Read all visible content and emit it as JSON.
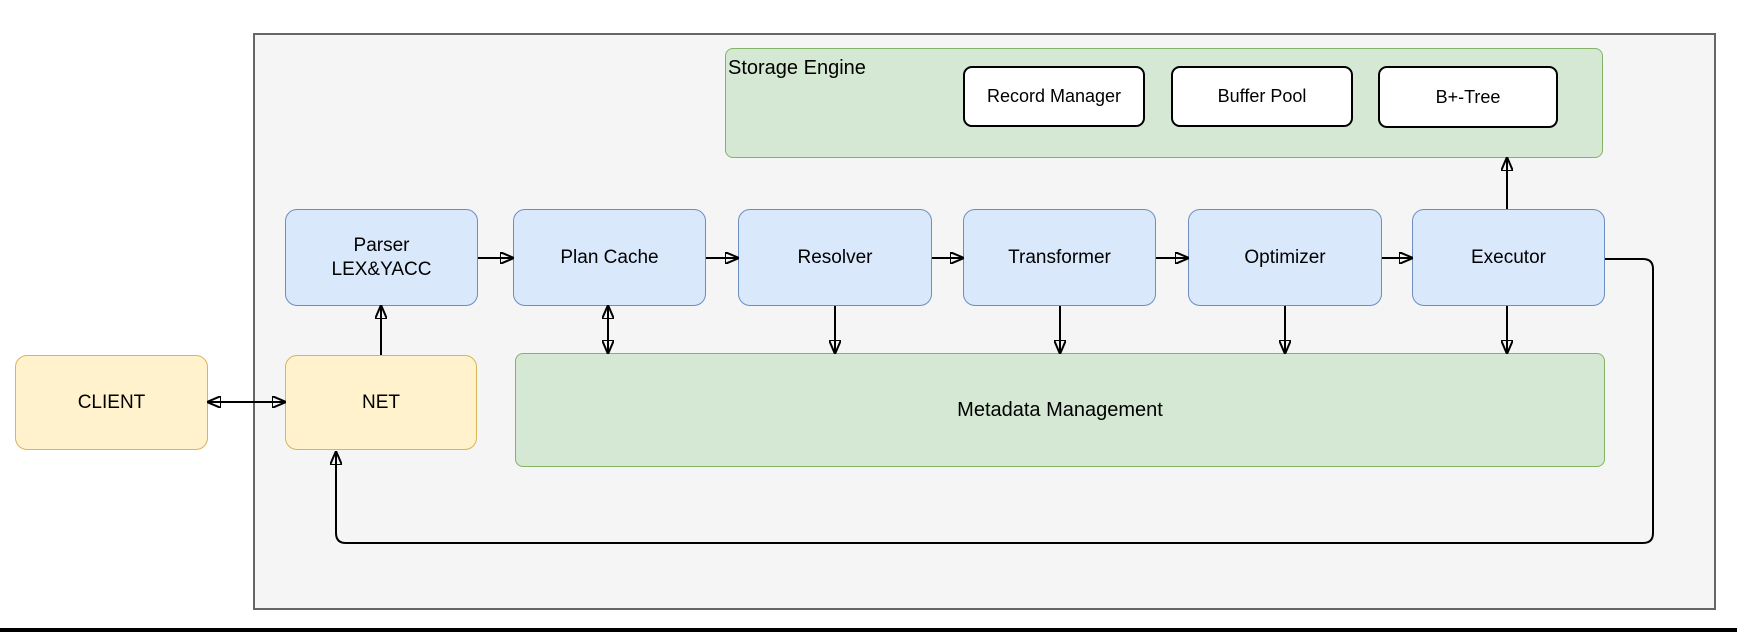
{
  "diagram": {
    "nodes": {
      "client": "CLIENT",
      "net": "NET",
      "parser": "Parser\nLEX&YACC",
      "plan_cache": "Plan Cache",
      "resolver": "Resolver",
      "transformer": "Transformer",
      "optimizer": "Optimizer",
      "executor": "Executor",
      "storage_engine": "Storage Engine",
      "record_manager": "Record Manager",
      "buffer_pool": "Buffer Pool",
      "bplus_tree": "B+-Tree",
      "metadata_management": "Metadata Management"
    },
    "edges": [
      {
        "from": "client",
        "to": "net",
        "bidirectional": true
      },
      {
        "from": "net",
        "to": "parser",
        "bidirectional": false
      },
      {
        "from": "parser",
        "to": "plan_cache",
        "bidirectional": false
      },
      {
        "from": "plan_cache",
        "to": "resolver",
        "bidirectional": false
      },
      {
        "from": "resolver",
        "to": "transformer",
        "bidirectional": false
      },
      {
        "from": "transformer",
        "to": "optimizer",
        "bidirectional": false
      },
      {
        "from": "optimizer",
        "to": "executor",
        "bidirectional": false
      },
      {
        "from": "plan_cache",
        "to": "metadata_management",
        "bidirectional": true
      },
      {
        "from": "resolver",
        "to": "metadata_management",
        "bidirectional": false
      },
      {
        "from": "transformer",
        "to": "metadata_management",
        "bidirectional": false
      },
      {
        "from": "optimizer",
        "to": "metadata_management",
        "bidirectional": false
      },
      {
        "from": "executor",
        "to": "metadata_management",
        "bidirectional": false
      },
      {
        "from": "executor",
        "to": "storage_engine",
        "bidirectional": false
      },
      {
        "from": "executor",
        "to": "net",
        "bidirectional": false,
        "note": "feedback loop around bottom"
      }
    ],
    "colors": {
      "blue_fill": "#dae8fc",
      "blue_stroke": "#6c8ebf",
      "yellow_fill": "#fff2cc",
      "yellow_stroke": "#d6b656",
      "green_fill": "#d5e8d4",
      "green_stroke": "#82b366",
      "container_fill": "#f5f5f5",
      "container_stroke": "#666666",
      "arrow": "#000000"
    }
  }
}
